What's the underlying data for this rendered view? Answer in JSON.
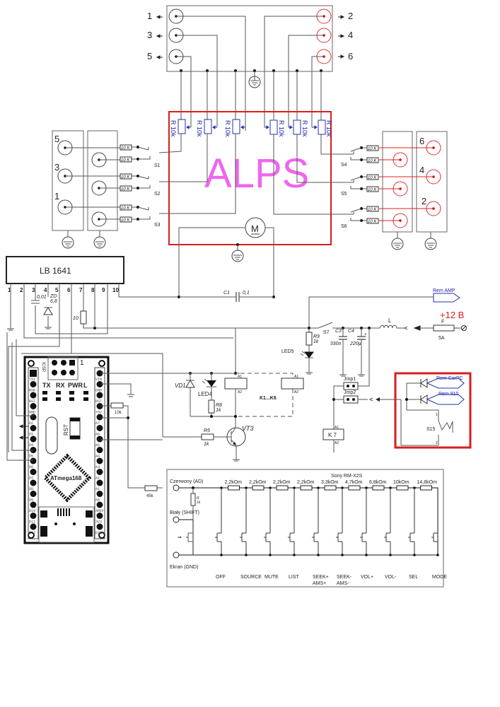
{
  "diagram": {
    "title_label": "ALPS",
    "colors": {
      "alps_box": "#d81e1e",
      "alps_text": "#ee66ee",
      "remote_box": "#d81e1e",
      "power_label": "#d81e1e",
      "signal_label": "#1a1ab0",
      "right_channel": "#e00000"
    },
    "top_outputs": {
      "left": [
        "1",
        "3",
        "5"
      ],
      "right": [
        "2",
        "4",
        "6"
      ]
    },
    "alps_pots": [
      "R 10k",
      "R 10k",
      "R 10k",
      "R 10k",
      "R 10k",
      "R 10k"
    ],
    "motor_label": "M",
    "left_inputs": {
      "labels": [
        "5",
        "3",
        "1"
      ],
      "switches": [
        "S1",
        "S2",
        "S3"
      ],
      "resistor": "10 K"
    },
    "right_inputs": {
      "labels": [
        "6",
        "4",
        "2"
      ],
      "switches": [
        "S4",
        "S5",
        "S6"
      ],
      "resistor": "10 K"
    },
    "ic": {
      "name": "LB 1641",
      "pins": [
        "1",
        "2",
        "3",
        "4",
        "5",
        "6",
        "7",
        "8",
        "9",
        "10"
      ],
      "cap": "0,01",
      "zener_name": "ZD",
      "zener_value": "6,8",
      "resistor": "10"
    },
    "c1": {
      "name": "C1",
      "value": "0,1"
    },
    "power": {
      "rem_amp": "Rem AMP",
      "plus12": "+12 B",
      "fuse_name": "F",
      "fuse_value": "5A",
      "inductor": "L",
      "switch": "S7",
      "c3_name": "C3",
      "c3_value": "330n",
      "c4_name": "C4",
      "c4_value": "220µ",
      "r9_name": "R9",
      "r9_value": "1k",
      "led5": "LED5"
    },
    "relay": {
      "vd1": "VD1",
      "led4": "LED4",
      "r8_name": "R8",
      "r8_value": "1k",
      "coil_group": "K1...K6",
      "a1": "A1",
      "a2": "A2",
      "r5_name": "R5",
      "r5_value": "1k",
      "transistor": "VT3"
    },
    "jumpers": {
      "jmp1": "Jmp1",
      "jmp2": "Jmp2",
      "k7": "K 7"
    },
    "remote_box": {
      "rem_carpc": "Rem CarPC",
      "rem_910": "Rem 910",
      "switch": "S15",
      "pin1": "1",
      "pin2": "2"
    },
    "arduino": {
      "chip": "ATmega168",
      "icsp": "ICSP",
      "pin1": "1",
      "leds": [
        "TX",
        "RX",
        "PWR",
        "L"
      ],
      "reset": "RST",
      "left_pins": [
        "TX1",
        "RX0",
        "RST",
        "GND",
        "D2",
        "D3",
        "D4",
        "D5",
        "D6",
        "D7",
        "D8",
        "D9",
        "D10",
        "D11",
        "D12"
      ],
      "right_pins": [
        "VIN",
        "GND",
        "RST",
        "+5V",
        "A7",
        "A6",
        "A5",
        "A4",
        "A3",
        "A2",
        "A1",
        "A0",
        "AREF",
        "3V3",
        "D13"
      ],
      "r_pullup": "10k",
      "r_series": "45k"
    },
    "sony": {
      "title": "Sony RM-X2S",
      "red": "Czerwony (AD)",
      "white": "Biały (SHIFT)",
      "screen": "Ekran (GND)",
      "r_name": "R",
      "r_value": "1k",
      "resistors": [
        "2,2kOm",
        "2,2kOm",
        "2,2kOm",
        "2,2kOm",
        "3,3kOm",
        "4,7kOm",
        "6,8kOm",
        "10kOm",
        "14,8kOm"
      ],
      "buttons": [
        "OFF",
        "SOURCE",
        "MUTE",
        "LIST",
        "SEEK+",
        "SEEK-",
        "VOL+",
        "VOL-",
        "SEL",
        "MODE"
      ],
      "buttons_sub": [
        "",
        "",
        "",
        "",
        "AMS+",
        "AMS-",
        "",
        "",
        "",
        ""
      ]
    }
  }
}
